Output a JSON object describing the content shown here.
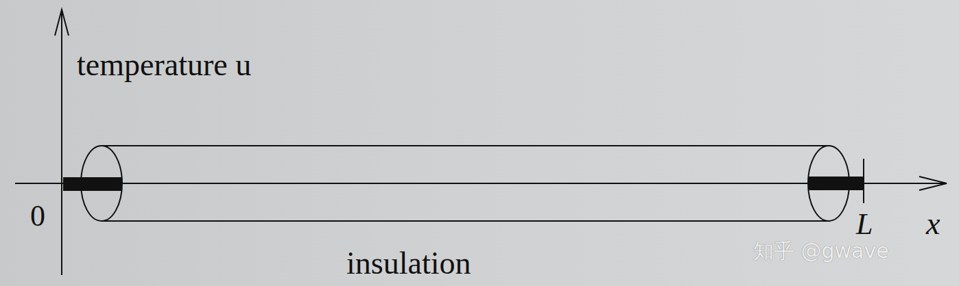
{
  "diagram": {
    "labels": [
      "temperature u",
      "0",
      "L",
      "x",
      "insulation",
      "知乎 @gwave"
    ]
  }
}
